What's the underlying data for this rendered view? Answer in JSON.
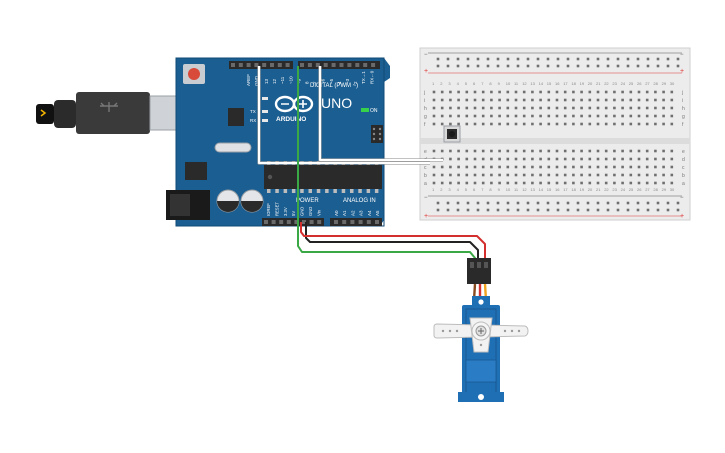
{
  "board": {
    "name": "UNO",
    "brand": "ARDUINO",
    "digital_header_label": "DIGITAL (PWM ~)",
    "power_label": "POWER",
    "analog_label": "ANALOG IN",
    "on_label": "ON",
    "tx_label": "TX",
    "rx_label": "RX",
    "aref_label": "AREF",
    "gnd_label": "GND",
    "digital_pins": [
      "13",
      "12",
      "~11",
      "~10",
      "~9",
      "8",
      "7",
      "~6",
      "~5",
      "4",
      "~3",
      "2",
      "TX→1",
      "RX←0"
    ],
    "power_pins": [
      "IOREF",
      "RESET",
      "3.3V",
      "5V",
      "GND",
      "GND",
      "Vin"
    ],
    "analog_pins": [
      "A0",
      "A1",
      "A2",
      "A3",
      "A4",
      "A5"
    ]
  },
  "breadboard": {
    "columns": 30,
    "row_letters_top": [
      "j",
      "i",
      "h",
      "g",
      "f"
    ],
    "row_letters_bottom": [
      "e",
      "d",
      "c",
      "b",
      "a"
    ],
    "rail_plus": "+",
    "rail_minus": "−"
  },
  "colors": {
    "board_blue": "#1b5e91",
    "board_blue_dark": "#124a75",
    "breadboard": "#ececec",
    "wire_red": "#d32f2f",
    "wire_black": "#222222",
    "wire_green": "#3aa845",
    "wire_white": "#ffffff",
    "servo_blue": "#1f6fb5"
  },
  "components": {
    "usb_cable": "usb-cable",
    "pushbutton": "pushbutton",
    "servo": "servo-motor"
  }
}
